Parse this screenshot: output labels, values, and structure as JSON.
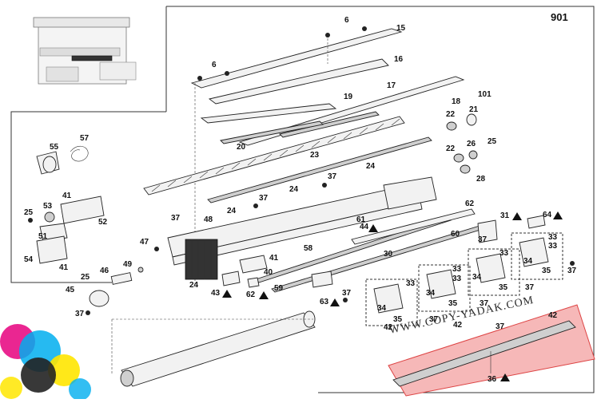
{
  "diagram": {
    "page_number": "901",
    "watermark": "WWW.COPY-YADAK.COM",
    "highlight_color": "#f6b8b8",
    "callouts": [
      {
        "id": "c6a",
        "text": "6"
      },
      {
        "id": "c15",
        "text": "15"
      },
      {
        "id": "c6b",
        "text": "6"
      },
      {
        "id": "c16",
        "text": "16"
      },
      {
        "id": "c17",
        "text": "17"
      },
      {
        "id": "c101",
        "text": "101"
      },
      {
        "id": "c18",
        "text": "18"
      },
      {
        "id": "c19",
        "text": "19"
      },
      {
        "id": "c21",
        "text": "21"
      },
      {
        "id": "c22a",
        "text": "22"
      },
      {
        "id": "c57",
        "text": "57"
      },
      {
        "id": "c55",
        "text": "55"
      },
      {
        "id": "c20",
        "text": "20"
      },
      {
        "id": "c22b",
        "text": "22"
      },
      {
        "id": "c26",
        "text": "26"
      },
      {
        "id": "c25a",
        "text": "25"
      },
      {
        "id": "c23",
        "text": "23"
      },
      {
        "id": "c28",
        "text": "28"
      },
      {
        "id": "c24a",
        "text": "24"
      },
      {
        "id": "c37a",
        "text": "37"
      },
      {
        "id": "c24b",
        "text": "24"
      },
      {
        "id": "c37b",
        "text": "37"
      },
      {
        "id": "c62a",
        "text": "62"
      },
      {
        "id": "c41a",
        "text": "41"
      },
      {
        "id": "c53",
        "text": "53"
      },
      {
        "id": "c25b",
        "text": "25"
      },
      {
        "id": "c52",
        "text": "52"
      },
      {
        "id": "c37c",
        "text": "37"
      },
      {
        "id": "c48",
        "text": "48"
      },
      {
        "id": "c24c",
        "text": "24"
      },
      {
        "id": "c61",
        "text": "61"
      },
      {
        "id": "c44",
        "text": "44"
      },
      {
        "id": "c31",
        "text": "31"
      },
      {
        "id": "c64",
        "text": "64"
      },
      {
        "id": "c51",
        "text": "51"
      },
      {
        "id": "c60",
        "text": "60"
      },
      {
        "id": "c37d",
        "text": "37"
      },
      {
        "id": "c47",
        "text": "47"
      },
      {
        "id": "c54",
        "text": "54"
      },
      {
        "id": "c41b",
        "text": "41"
      },
      {
        "id": "c58",
        "text": "58"
      },
      {
        "id": "c30",
        "text": "30"
      },
      {
        "id": "c41c",
        "text": "41"
      },
      {
        "id": "c49",
        "text": "49"
      },
      {
        "id": "c40",
        "text": "40"
      },
      {
        "id": "c46",
        "text": "46"
      },
      {
        "id": "c25c",
        "text": "25"
      },
      {
        "id": "c24d",
        "text": "24"
      },
      {
        "id": "c59",
        "text": "59"
      },
      {
        "id": "c43",
        "text": "43"
      },
      {
        "id": "c62b",
        "text": "62"
      },
      {
        "id": "c45",
        "text": "45"
      },
      {
        "id": "c37e",
        "text": "37"
      },
      {
        "id": "c63",
        "text": "63"
      },
      {
        "id": "c37f",
        "text": "37"
      },
      {
        "id": "c33a",
        "text": "33"
      },
      {
        "id": "c33b",
        "text": "33"
      },
      {
        "id": "c34a",
        "text": "34"
      },
      {
        "id": "c35a",
        "text": "35"
      },
      {
        "id": "c37g",
        "text": "37"
      },
      {
        "id": "c42a",
        "text": "42"
      },
      {
        "id": "c33c",
        "text": "33"
      },
      {
        "id": "c34b",
        "text": "34"
      },
      {
        "id": "c35b",
        "text": "35"
      },
      {
        "id": "c37h",
        "text": "37"
      },
      {
        "id": "c42b",
        "text": "42"
      },
      {
        "id": "c33d",
        "text": "33"
      },
      {
        "id": "c34c",
        "text": "34"
      },
      {
        "id": "c35c",
        "text": "35"
      },
      {
        "id": "c37i",
        "text": "37"
      },
      {
        "id": "c33e",
        "text": "33"
      },
      {
        "id": "c33f",
        "text": "33"
      },
      {
        "id": "c34d",
        "text": "34"
      },
      {
        "id": "c35d",
        "text": "35"
      },
      {
        "id": "c37j",
        "text": "37"
      },
      {
        "id": "c37k",
        "text": "37"
      },
      {
        "id": "c42c",
        "text": "42"
      },
      {
        "id": "c36",
        "text": "36"
      }
    ]
  }
}
